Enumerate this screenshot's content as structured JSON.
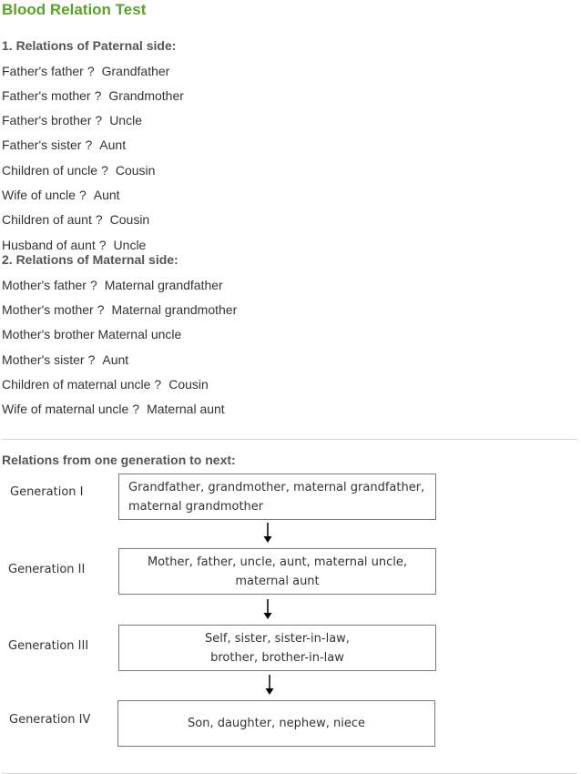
{
  "title": "Blood Relation Test",
  "paternal": {
    "heading": "1. Relations of Paternal side:",
    "items": [
      {
        "relation": "Father's father",
        "sep": "?",
        "answer": "Grandfather"
      },
      {
        "relation": "Father's mother",
        "sep": "?",
        "answer": "Grandmother"
      },
      {
        "relation": "Father's brother",
        "sep": "?",
        "answer": "Uncle"
      },
      {
        "relation": "Father's sister",
        "sep": "?",
        "answer": "Aunt"
      },
      {
        "relation": "Children of uncle",
        "sep": "?",
        "answer": "Cousin"
      },
      {
        "relation": "Wife of uncle",
        "sep": "?",
        "answer": "Aunt"
      },
      {
        "relation": "Children of aunt",
        "sep": "?",
        "answer": "Cousin"
      },
      {
        "relation": "Husband of aunt",
        "sep": "?",
        "answer": "Uncle"
      }
    ]
  },
  "maternal": {
    "heading": "2. Relations of Maternal side:",
    "items": [
      {
        "relation": "Mother's father",
        "sep": "?",
        "answer": "Maternal grandfather"
      },
      {
        "relation": "Mother's mother",
        "sep": "?",
        "answer": "Maternal grandmother"
      },
      {
        "relation": "Mother's brother",
        "sep": "",
        "answer": "Maternal uncle"
      },
      {
        "relation": "Mother's sister",
        "sep": "?",
        "answer": "Aunt"
      },
      {
        "relation": "Children of maternal uncle",
        "sep": "?",
        "answer": "Cousin"
      },
      {
        "relation": "Wife of maternal uncle",
        "sep": "?",
        "answer": "Maternal aunt"
      }
    ]
  },
  "generations": {
    "heading": "Relations from one generation to next:",
    "items": [
      {
        "label": "Generation I",
        "line1": "Grandfather, grandmother, maternal grandfather,",
        "line2": "maternal grandmother"
      },
      {
        "label": "Generation II",
        "line1": "Mother, father, uncle, aunt, maternal uncle,",
        "line2": "maternal aunt"
      },
      {
        "label": "Generation III",
        "line1": "Self, sister, sister-in-law,",
        "line2": "brother, brother-in-law"
      },
      {
        "label": "Generation IV",
        "line1": "Son, daughter, nephew, niece",
        "line2": ""
      }
    ]
  }
}
